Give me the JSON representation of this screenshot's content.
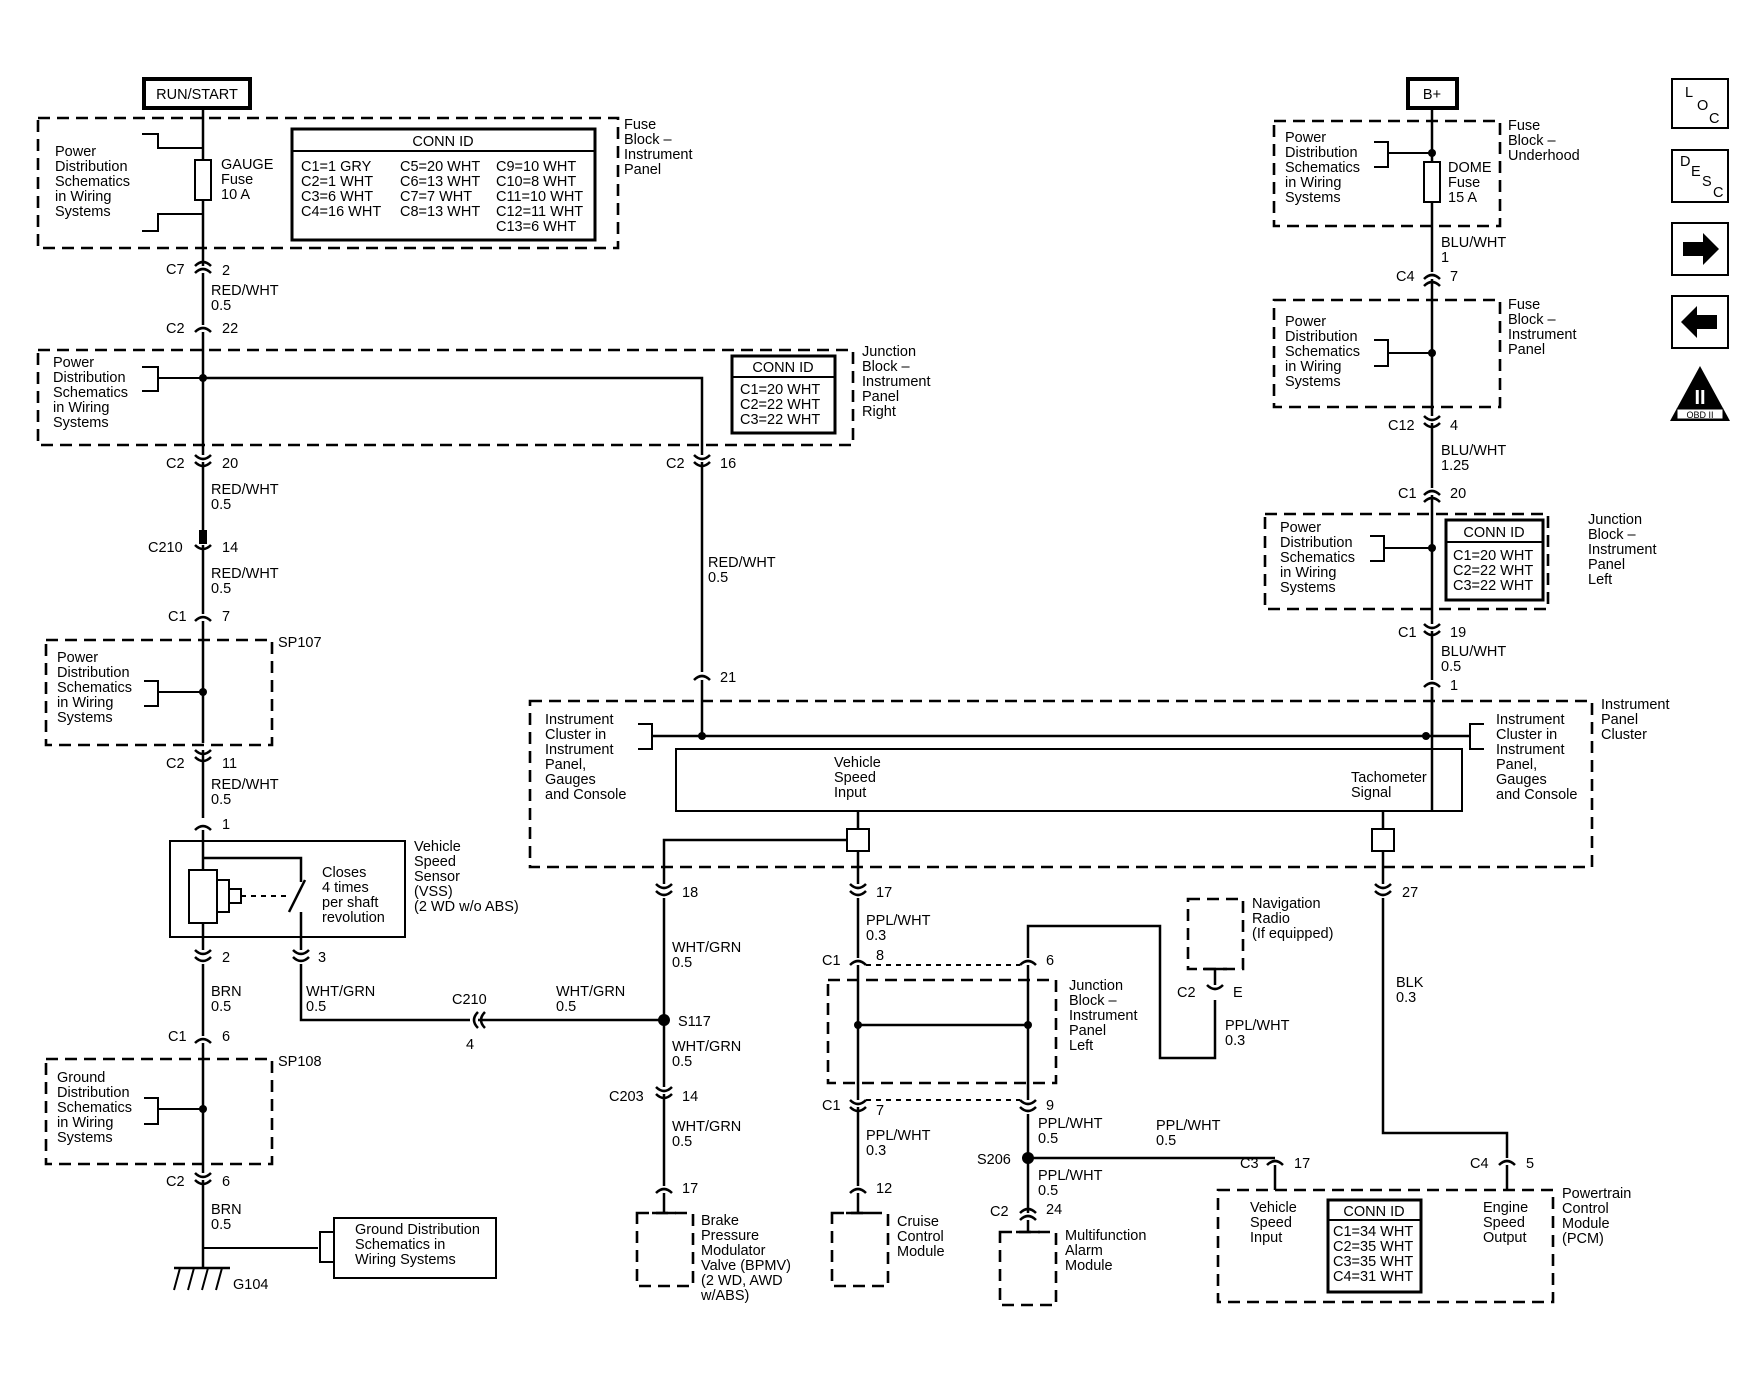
{
  "power_labels": {
    "run_start": "RUN/START",
    "b_plus": "B+"
  },
  "nav_icons": [
    {
      "name": "loc-icon",
      "letters": [
        "L",
        "O",
        "C"
      ]
    },
    {
      "name": "desc-icon",
      "letters": [
        "D",
        "E",
        "S",
        "C"
      ]
    },
    {
      "name": "arrow-right-icon"
    },
    {
      "name": "arrow-left-icon"
    },
    {
      "name": "obd-ii-icon",
      "big": "II",
      "small": "OBD II"
    }
  ],
  "pds": [
    "Power",
    "Distribution",
    "Schematics",
    "in Wiring",
    "Systems"
  ],
  "gds": [
    "Ground",
    "Distribution",
    "Schematics",
    "in Wiring",
    "Systems"
  ],
  "fuse_block_ip": [
    "Fuse",
    "Block –",
    "Instrument",
    "Panel"
  ],
  "fuse_block_uh": [
    "Fuse",
    "Block –",
    "Underhood"
  ],
  "gauge_fuse": [
    "GAUGE",
    "Fuse",
    "10 A"
  ],
  "dome_fuse": [
    "DOME",
    "Fuse",
    "15 A"
  ],
  "conn_fuse_block": {
    "title": "CONN ID",
    "col1": [
      "C1=1 GRY",
      "C2=1 WHT",
      "C3=6 WHT",
      "C4=16 WHT"
    ],
    "col2": [
      "C5=20 WHT",
      "C6=13 WHT",
      "C7=7 WHT",
      "C8=13 WHT"
    ],
    "col3": [
      "C9=10 WHT",
      "C10=8 WHT",
      "C11=10 WHT",
      "C12=11 WHT",
      "C13=6 WHT"
    ]
  },
  "conn_jb_right": {
    "title": "CONN ID",
    "rows": [
      "C1=20 WHT",
      "C2=22 WHT",
      "C3=22 WHT"
    ]
  },
  "conn_jb_left": {
    "title": "CONN ID",
    "rows": [
      "C1=20 WHT",
      "C2=22 WHT",
      "C3=22 WHT"
    ]
  },
  "conn_pcm": {
    "title": "CONN ID",
    "rows": [
      "C1=34 WHT",
      "C2=35 WHT",
      "C3=35 WHT",
      "C4=31 WHT"
    ]
  },
  "jb_right": [
    "Junction",
    "Block –",
    "Instrument",
    "Panel",
    "Right"
  ],
  "jb_left": [
    "Junction",
    "Block –",
    "Instrument",
    "Panel",
    "Left"
  ],
  "ipc": [
    "Instrument",
    "Panel",
    "Cluster"
  ],
  "ipc_sub": [
    "Instrument",
    "Cluster in",
    "Instrument",
    "Panel,",
    "Gauges",
    "and Console"
  ],
  "vss_input": [
    "Vehicle",
    "Speed",
    "Input"
  ],
  "tach": [
    "Tachometer",
    "Signal"
  ],
  "vss": [
    "Vehicle",
    "Speed",
    "Sensor",
    "(VSS)",
    "(2 WD w/o ABS)"
  ],
  "closes": [
    "Closes",
    "4 times",
    "per shaft",
    "revolution"
  ],
  "nav_radio": [
    "Navigation",
    "Radio",
    "(If equipped)"
  ],
  "bpmv": [
    "Brake",
    "Pressure",
    "Modulator",
    "Valve (BPMV)",
    "(2 WD, AWD",
    "w/ABS)"
  ],
  "ccm": [
    "Cruise",
    "Control",
    "Module"
  ],
  "mam": [
    "Multifunction",
    "Alarm",
    "Module"
  ],
  "pcm": [
    "Powertrain",
    "Control",
    "Module",
    "(PCM)"
  ],
  "pcm_vsi": [
    "Vehicle",
    "Speed",
    "Input"
  ],
  "pcm_eso": [
    "Engine",
    "Speed",
    "Output"
  ],
  "gnd_ref": [
    "Ground Distribution",
    "Schematics in",
    "Wiring Systems"
  ],
  "connectors": {
    "c7": "C7",
    "c7p": "2",
    "c2a": "C2",
    "c2ap": "22",
    "c2b": "C2",
    "c2bp": "20",
    "c2c": "C2",
    "c2cp": "16",
    "c210a": "C210",
    "c210ap": "14",
    "c1a": "C1",
    "c1ap": "7",
    "c2d": "C2",
    "c2dp": "11",
    "p21": "21",
    "p1a": "1",
    "p2": "2",
    "p3": "3",
    "c1b": "C1",
    "c1bp": "6",
    "c210b": "C210",
    "c210bp": "4",
    "c2e": "C2",
    "c2ep": "6",
    "p18": "18",
    "p17a": "17",
    "p27": "27",
    "c1c": "C1",
    "c1cp": "8",
    "p6": "6",
    "c1d": "C1",
    "c1dp": "7",
    "p9": "9",
    "c2f": "C2",
    "c2fp": "E",
    "c203": "C203",
    "c203p": "14",
    "p17b": "17",
    "p12": "12",
    "c2g": "C2",
    "c2gp": "24",
    "c3": "C3",
    "c3p": "17",
    "c4pcm": "C4",
    "c4pcmp": "5",
    "c4": "C4",
    "c4p": "7",
    "c12": "C12",
    "c12p": "4",
    "c1e": "C1",
    "c1ep": "20",
    "c1f": "C1",
    "c1fp": "19",
    "p1b": "1"
  },
  "splices": {
    "sp107": "SP107",
    "sp108": "SP108",
    "s117": "S117",
    "s206": "S206",
    "g104": "G104"
  },
  "wires": {
    "red_wht": "RED/WHT",
    "blu_wht": "BLU/WHT",
    "brn": "BRN",
    "wht_grn": "WHT/GRN",
    "ppl_wht": "PPL/WHT",
    "blk": "BLK",
    "g05": "0.5",
    "g03": "0.3",
    "g1": "1",
    "g125": "1.25"
  }
}
